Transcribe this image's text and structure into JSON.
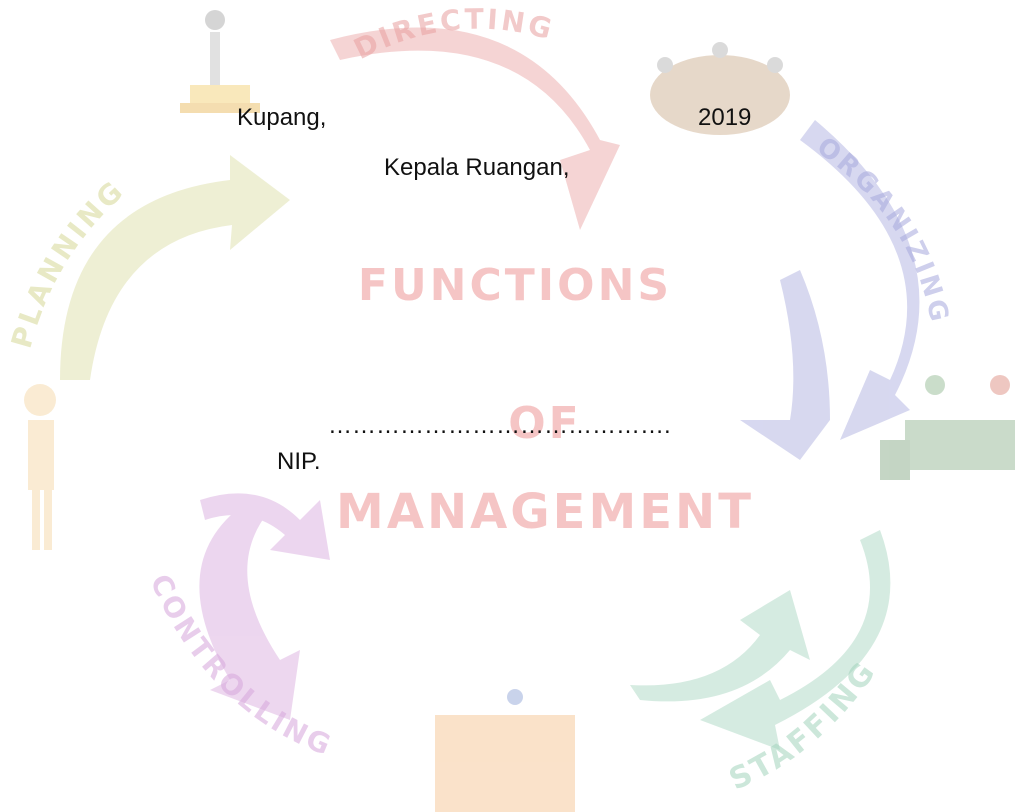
{
  "watermark": {
    "title_line1": "FUNCTIONS",
    "title_line2": "OF",
    "title_line3": "MANAGEMENT",
    "arc_labels": {
      "top": "DIRECTING",
      "right": "ORGANIZING",
      "bottom_right": "STAFFING",
      "bottom_left": "CONTROLLING",
      "left": "PLANNING"
    },
    "colors": {
      "directing": "#e9a0a0",
      "organizing": "#a7a9dd",
      "staffing": "#a3d4bd",
      "controlling": "#d7a6dc",
      "planning": "#d9dca0",
      "title": "#f0a0a0"
    }
  },
  "signature_block": {
    "place": "Kupang,",
    "year": "2019",
    "position": "Kepala Ruangan,",
    "name_placeholder": "…………………………………….",
    "nip_label": "NIP."
  }
}
